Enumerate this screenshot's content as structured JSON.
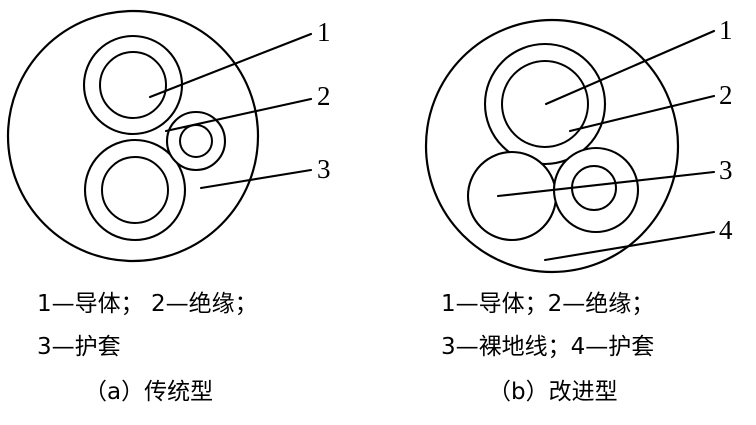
{
  "figure": {
    "kind": "cable-cross-section-diagram",
    "line_color": "#000000",
    "background_color": "#ffffff"
  },
  "panel_a": {
    "id": "a",
    "caption": "（a）传统型",
    "ref_numbers": [
      "1",
      "2",
      "3"
    ],
    "legend_lines": [
      "1—导体；  2—绝缘；",
      "3—护套"
    ],
    "legend_items": [
      {
        "number": "1",
        "label": "导体"
      },
      {
        "number": "2",
        "label": "绝缘"
      },
      {
        "number": "3",
        "label": "护套"
      }
    ],
    "components": [
      {
        "name": "sheath",
        "number": "3",
        "shape": "circle",
        "rings": 1
      },
      {
        "name": "upper-insulated-conductor",
        "number": "1",
        "shape": "annulus",
        "rings": 2
      },
      {
        "name": "lower-insulated-conductor",
        "number": "1",
        "shape": "annulus",
        "rings": 2
      },
      {
        "name": "small-insulated-conductor",
        "number": "2",
        "shape": "annulus",
        "rings": 2
      }
    ]
  },
  "panel_b": {
    "id": "b",
    "caption": "（b）改进型",
    "ref_numbers": [
      "1",
      "2",
      "3",
      "4"
    ],
    "legend_lines": [
      "1—导体；2—绝缘；",
      "3—裸地线；4—护套"
    ],
    "legend_items": [
      {
        "number": "1",
        "label": "导体"
      },
      {
        "number": "2",
        "label": "绝缘"
      },
      {
        "number": "3",
        "label": "裸地线"
      },
      {
        "number": "4",
        "label": "护套"
      }
    ],
    "components": [
      {
        "name": "sheath",
        "number": "4",
        "shape": "circle",
        "rings": 1
      },
      {
        "name": "upper-insulated-conductor",
        "number": "1",
        "shape": "annulus",
        "rings": 2
      },
      {
        "name": "bare-ground-wire",
        "number": "3",
        "shape": "circle",
        "rings": 1
      },
      {
        "name": "small-insulated-conductor",
        "number": "2",
        "shape": "annulus",
        "rings": 2
      }
    ]
  }
}
